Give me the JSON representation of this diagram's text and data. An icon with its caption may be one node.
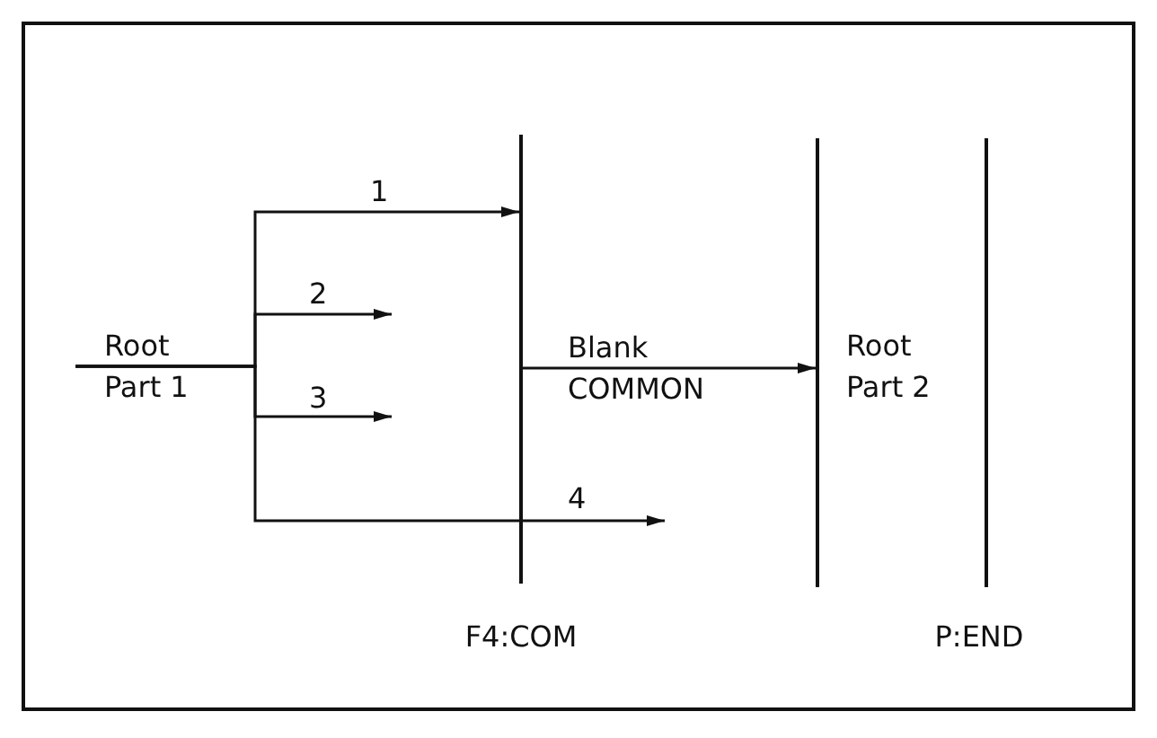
{
  "diagram": {
    "nodes": [
      {
        "text": [
          "Root Part 1"
        ]
      },
      {
        "text": [],
        "shape": "bar"
      },
      {
        "text": [],
        "shape": "bar"
      },
      {
        "text": [],
        "shape": "bar"
      }
    ],
    "edges": [
      {
        "from": 0,
        "to": 1,
        "arrow": "to",
        "label": "1"
      },
      {
        "from": 0,
        "to": null,
        "arrow": "to",
        "label": "2"
      },
      {
        "from": 0,
        "to": null,
        "arrow": "to",
        "label": "3"
      },
      {
        "from": 0,
        "to": null,
        "arrow": "to",
        "label": "4"
      },
      {
        "from": 1,
        "to": 2,
        "arrow": "to",
        "label": "Blank COMMON"
      }
    ],
    "labels": [
      "Root Part 2",
      "F4:COM",
      "P:END"
    ]
  }
}
